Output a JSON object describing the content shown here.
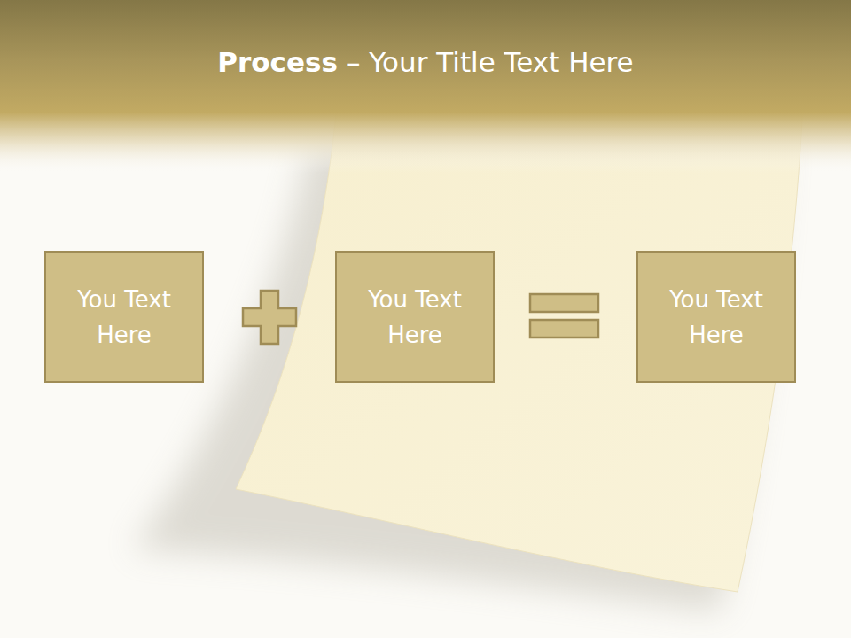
{
  "diagram": {
    "title": "Process",
    "nodes": [
      {
        "text": [
          "You Text Here"
        ]
      },
      {
        "text": [
          "You Text Here"
        ]
      },
      {
        "text": [
          "You Text Here"
        ]
      }
    ],
    "labels": [
      "– Your Title Text Here"
    ]
  }
}
